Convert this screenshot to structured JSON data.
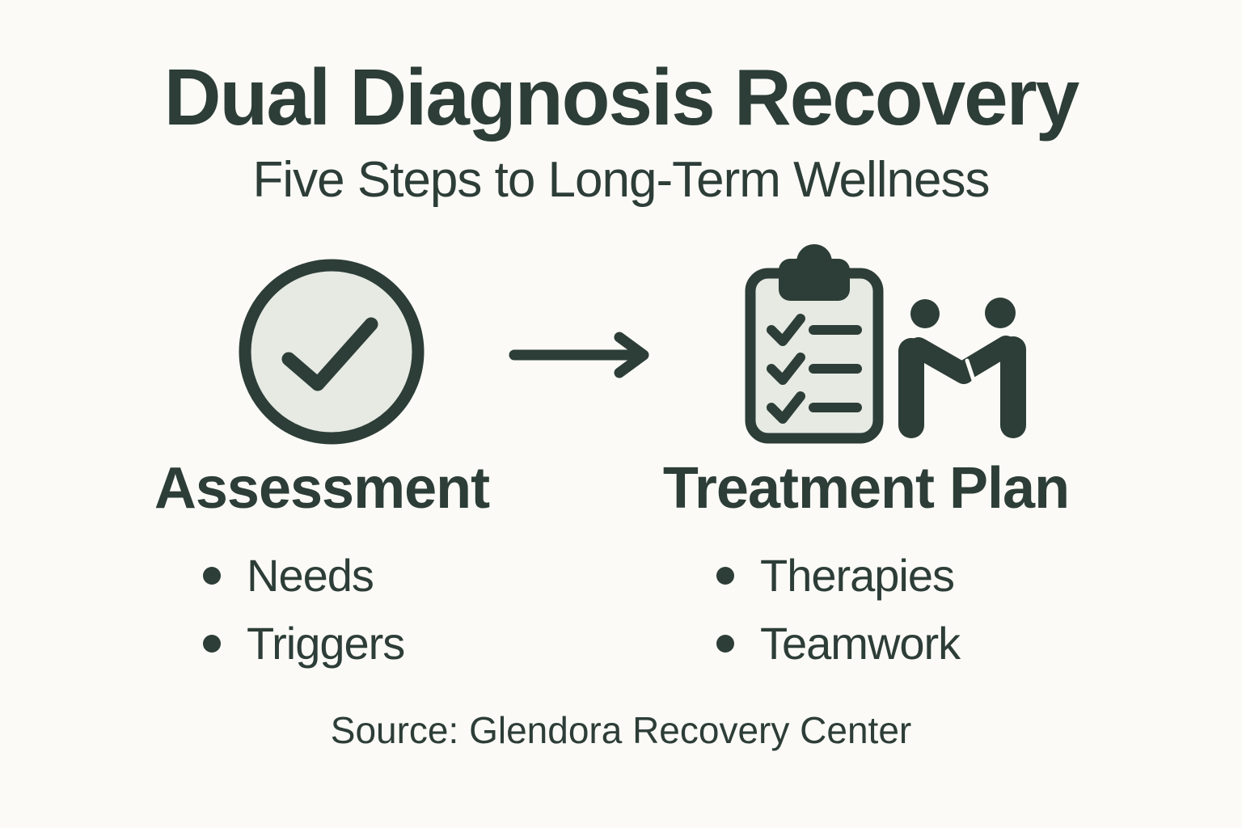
{
  "header": {
    "title": "Dual Diagnosis Recovery",
    "subtitle": "Five Steps to Long-Term Wellness"
  },
  "steps": [
    {
      "label": "Assessment",
      "icons": [
        "check-circle-icon"
      ],
      "bullets": [
        "Needs",
        "Triggers"
      ]
    },
    {
      "label": "Treatment Plan",
      "icons": [
        "clipboard-checklist-icon",
        "handshake-people-icon"
      ],
      "bullets": [
        "Therapies",
        "Teamwork"
      ]
    }
  ],
  "connector": {
    "icon": "arrow-right-icon"
  },
  "footer": {
    "source": "Source: Glendora Recovery Center"
  },
  "colors": {
    "background": "#fbfaf6",
    "ink": "#2d3d38",
    "icon_fill": "#e6eae3"
  }
}
